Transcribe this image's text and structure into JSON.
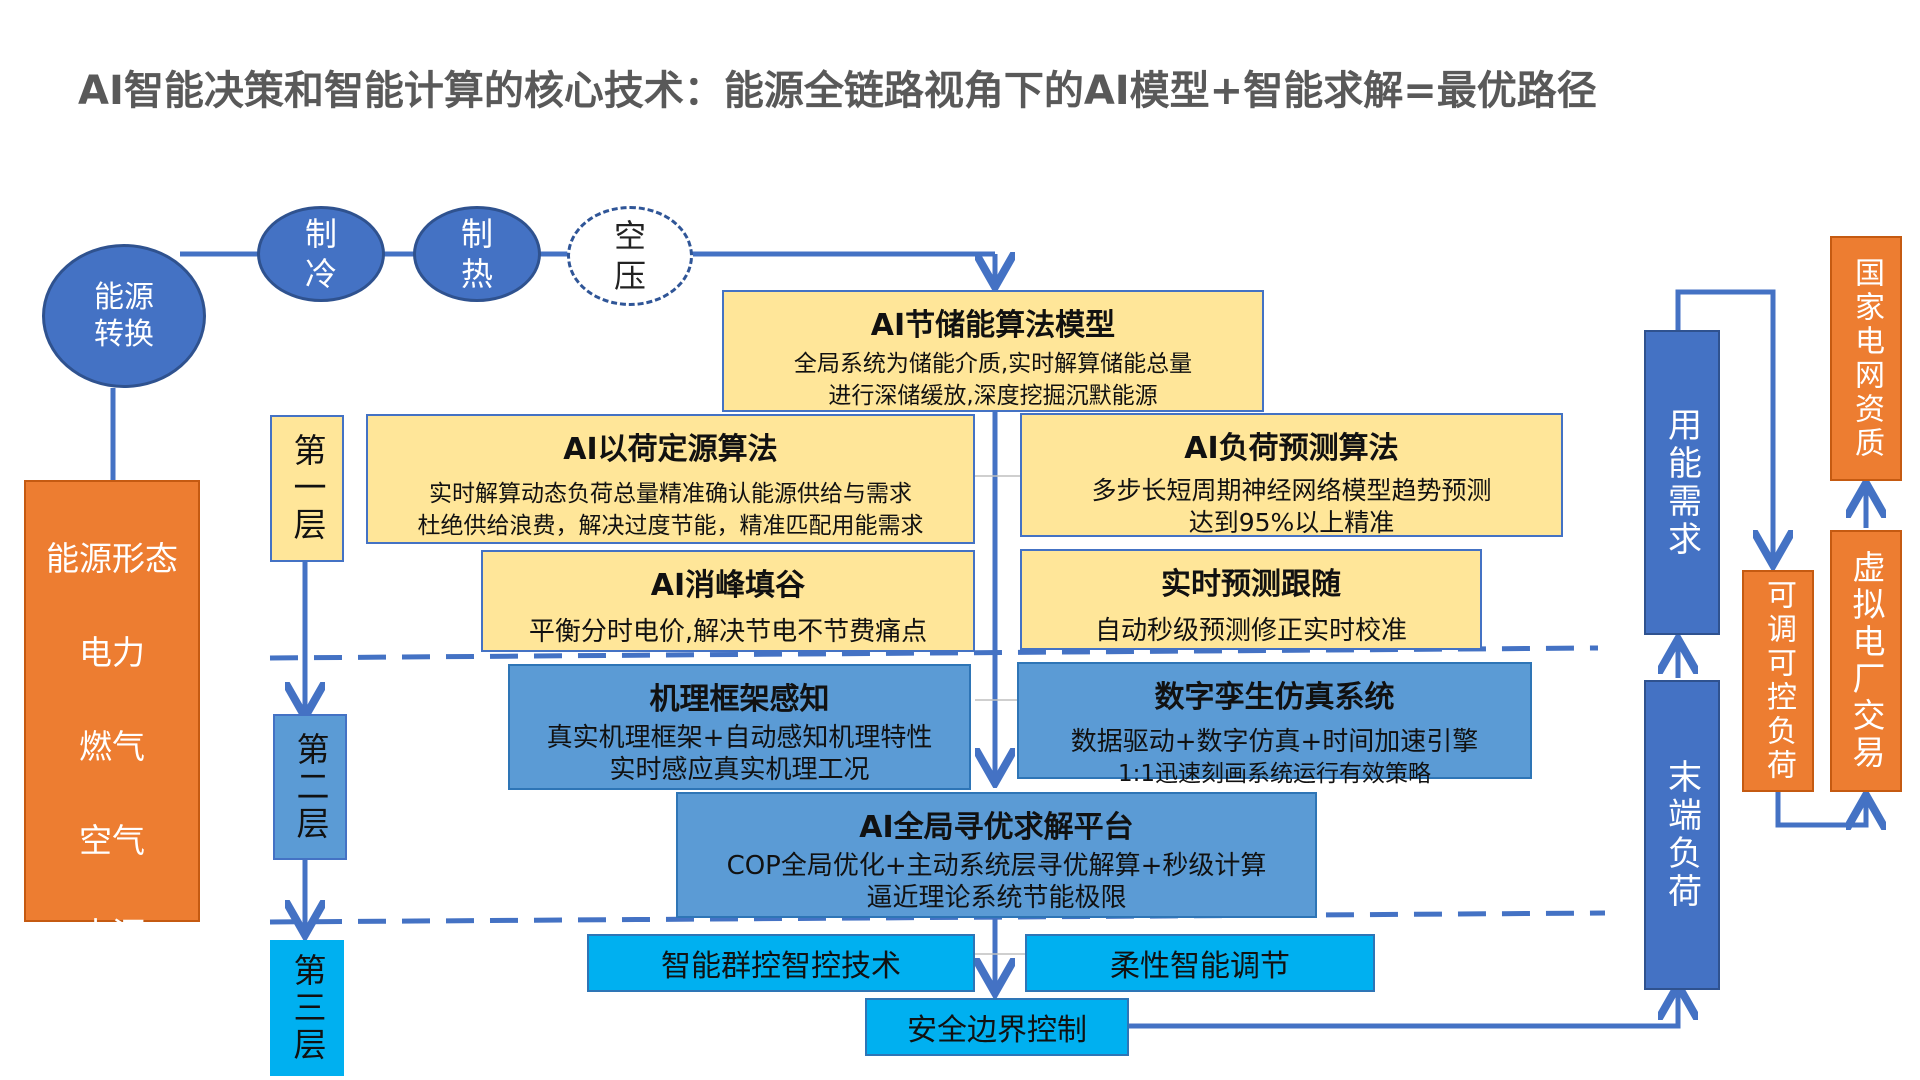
{
  "title": "AI智能决策和智能计算的核心技术：能源全链路视角下的AI模型+智能求解=最优路径",
  "circles": {
    "energy_conversion": "能源\n转换",
    "cooling": "制\n冷",
    "heating": "制\n热",
    "air_compression": "空\n压"
  },
  "energy_forms": {
    "title": "能源形态",
    "items": [
      "电力",
      "燃气",
      "空气",
      "水源"
    ]
  },
  "layers": {
    "first": "第一层",
    "second": "第二层",
    "third": "第三层"
  },
  "layer1": {
    "storage_model": {
      "title": "AI节储能算法模型",
      "lines": [
        "全局系统为储能介质,实时解算储能总量",
        "进行深储缓放,深度挖掘沉默能源"
      ]
    },
    "load_source": {
      "title": "AI以荷定源算法",
      "lines": [
        "实时解算动态负荷总量精准确认能源供给与需求",
        "杜绝供给浪费，解决过度节能，精准匹配用能需求"
      ]
    },
    "load_forecast": {
      "title": "AI负荷预测算法",
      "lines": [
        "多步长短周期神经网络模型趋势预测",
        "达到95%以上精准"
      ]
    },
    "peak_valley": {
      "title": "AI消峰填谷",
      "lines": [
        "平衡分时电价,解决节电不节费痛点"
      ]
    },
    "realtime_tracking": {
      "title": "实时预测跟随",
      "lines": [
        "自动秒级预测修正实时校准"
      ]
    }
  },
  "layer2": {
    "mechanism": {
      "title": "机理框架感知",
      "lines": [
        "真实机理框架+自动感知机理特性",
        "实时感应真实机理工况"
      ]
    },
    "digital_twin": {
      "title": "数字孪生仿真系统",
      "lines": [
        "数据驱动+数字仿真+时间加速引擎",
        "1:1迅速刻画系统运行有效策略"
      ]
    },
    "global_solver": {
      "title": "AI全局寻优求解平台",
      "lines": [
        "COP全局优化+主动系统层寻优解算+秒级计算",
        "逼近理论系统节能极限"
      ]
    }
  },
  "layer3": {
    "group_control": "智能群控智控技术",
    "flexible_adjust": "柔性智能调节",
    "safety_boundary": "安全边界控制"
  },
  "right": {
    "user_demand": "用能需求",
    "terminal_load": "末端负荷",
    "adjustable_load": "可调可控负荷",
    "grid_qualification": "国家电网资质",
    "virtual_plant": "虚拟电厂交易"
  },
  "colors": {
    "blue_fill": "#4472c4",
    "orange_fill": "#ed7d31",
    "yellow_fill": "#ffe699",
    "mid_blue_fill": "#5b9bd5",
    "cyan_fill": "#00b0f0",
    "connector": "#4472c4"
  }
}
